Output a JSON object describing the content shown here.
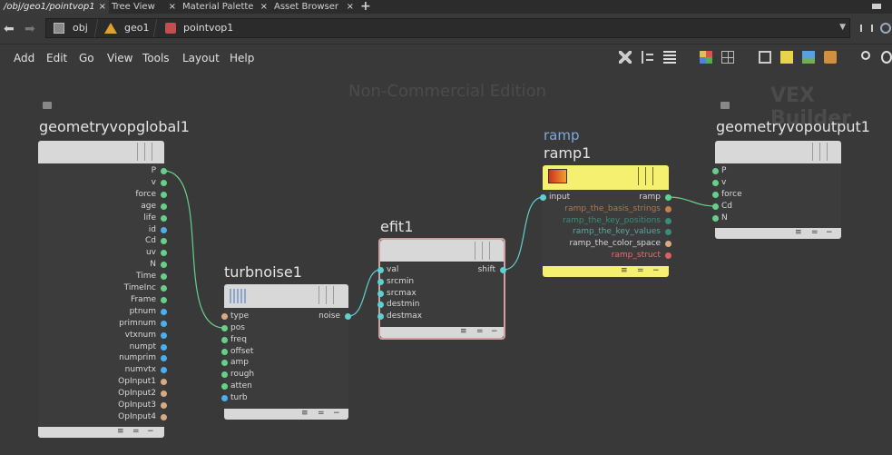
{
  "tabs": [
    {
      "label": "/obj/geo1/pointvop1",
      "active": true
    },
    {
      "label": "Tree View",
      "active": false
    },
    {
      "label": "Material Palette",
      "active": false
    },
    {
      "label": "Asset Browser",
      "active": false
    }
  ],
  "tab_close": "×",
  "tab_add": "+",
  "path": [
    {
      "label": "obj"
    },
    {
      "label": "geo1"
    },
    {
      "label": "pointvop1"
    }
  ],
  "path_dropdown": "▼",
  "menus": [
    "Add",
    "Edit",
    "Go",
    "View",
    "Tools",
    "Layout",
    "Help"
  ],
  "watermark": {
    "edition": "Non-Commercial Edition",
    "context": "VEX Builder"
  },
  "nodes": {
    "global": {
      "name": "geometryvopglobal1",
      "outputs": [
        {
          "label": "P",
          "color": "#66d08a"
        },
        {
          "label": "v",
          "color": "#66d08a"
        },
        {
          "label": "force",
          "color": "#66d08a"
        },
        {
          "label": "age",
          "color": "#66d08a"
        },
        {
          "label": "life",
          "color": "#66d08a"
        },
        {
          "label": "id",
          "color": "#4aaef0"
        },
        {
          "label": "Cd",
          "color": "#66d08a"
        },
        {
          "label": "uv",
          "color": "#66d08a"
        },
        {
          "label": "N",
          "color": "#66d08a"
        },
        {
          "label": "Time",
          "color": "#66d08a"
        },
        {
          "label": "TimeInc",
          "color": "#66d08a"
        },
        {
          "label": "Frame",
          "color": "#66d08a"
        },
        {
          "label": "ptnum",
          "color": "#4aaef0"
        },
        {
          "label": "primnum",
          "color": "#4aaef0"
        },
        {
          "label": "vtxnum",
          "color": "#4aaef0"
        },
        {
          "label": "numpt",
          "color": "#4aaef0"
        },
        {
          "label": "numprim",
          "color": "#4aaef0"
        },
        {
          "label": "numvtx",
          "color": "#4aaef0"
        },
        {
          "label": "OpInput1",
          "color": "#d8aa82"
        },
        {
          "label": "OpInput2",
          "color": "#d8aa82"
        },
        {
          "label": "OpInput3",
          "color": "#d8aa82"
        },
        {
          "label": "OpInput4",
          "color": "#d8aa82"
        }
      ]
    },
    "turbnoise": {
      "name": "turbnoise1",
      "inputs": [
        {
          "label": "type",
          "color": "#d8aa82"
        },
        {
          "label": "pos",
          "color": "#66d08a"
        },
        {
          "label": "freq",
          "color": "#66d08a"
        },
        {
          "label": "offset",
          "color": "#66d08a"
        },
        {
          "label": "amp",
          "color": "#66d08a"
        },
        {
          "label": "rough",
          "color": "#66d08a"
        },
        {
          "label": "atten",
          "color": "#66d08a"
        },
        {
          "label": "turb",
          "color": "#4aaef0"
        }
      ],
      "output": {
        "label": "noise",
        "color": "#5fd0d0"
      }
    },
    "efit": {
      "name": "efit1",
      "inputs": [
        {
          "label": "val",
          "color": "#5fd0d0"
        },
        {
          "label": "srcmin",
          "color": "#5fd0d0"
        },
        {
          "label": "srcmax",
          "color": "#5fd0d0"
        },
        {
          "label": "destmin",
          "color": "#5fd0d0"
        },
        {
          "label": "destmax",
          "color": "#5fd0d0"
        }
      ],
      "output": {
        "label": "shift",
        "color": "#5fd0d0"
      }
    },
    "ramp": {
      "type_label": "ramp",
      "name": "ramp1",
      "input": {
        "label": "input",
        "color": "#5fd0d0"
      },
      "outputs": [
        {
          "label": "ramp",
          "color": "#66d08a",
          "text_color": "#d8d8d8"
        },
        {
          "label": "ramp_the_basis_strings",
          "color": "#c08050",
          "text_color": "#b07850"
        },
        {
          "label": "ramp_the_key_positions",
          "color": "#3a8c7a",
          "text_color": "#3a8c7a"
        },
        {
          "label": "ramp_the_key_values",
          "color": "#3a8c7a",
          "text_color": "#5aa8a0"
        },
        {
          "label": "ramp_the_color_space",
          "color": "#d8aa82",
          "text_color": "#d8d8d8"
        },
        {
          "label": "ramp_struct",
          "color": "#e06060",
          "text_color": "#e07070"
        }
      ]
    },
    "output": {
      "name": "geometryvopoutput1",
      "inputs": [
        {
          "label": "P",
          "color": "#66d08a"
        },
        {
          "label": "v",
          "color": "#66d08a"
        },
        {
          "label": "force",
          "color": "#66d08a"
        },
        {
          "label": "Cd",
          "color": "#66d08a"
        },
        {
          "label": "N",
          "color": "#66d08a"
        }
      ]
    }
  },
  "footer_glyphs": [
    "≡",
    "=",
    "−"
  ]
}
